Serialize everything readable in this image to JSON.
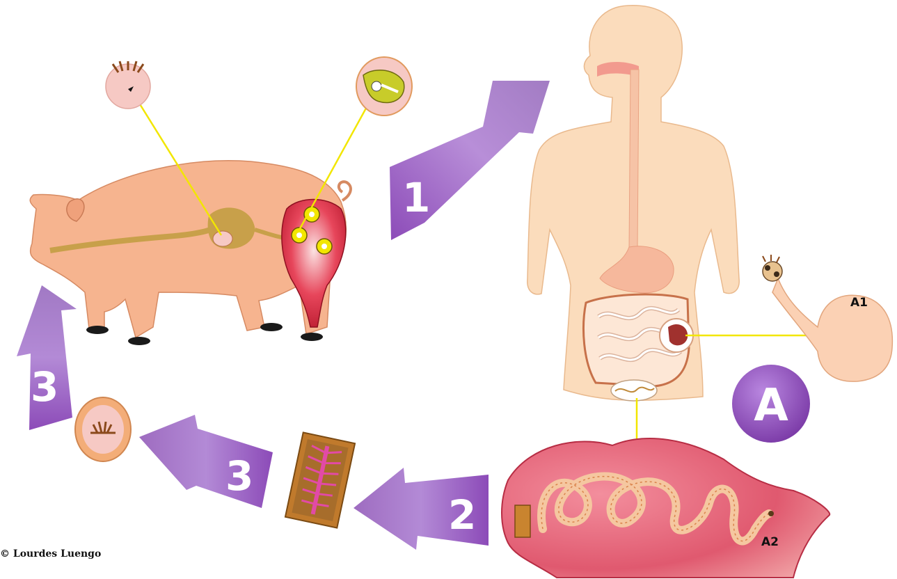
{
  "steps": {
    "step1": "1",
    "step2": "2",
    "step3a": "3",
    "step3b": "3"
  },
  "badge": "A",
  "labels": {
    "a1": "A1",
    "a2": "A2"
  },
  "copyright": "© Lourdes Luengo",
  "colors": {
    "arrow_purple": "#8a4fb0",
    "arrow_light": "#b98ad4",
    "skin": "#fad7b5",
    "pig": "#f6b48f",
    "intestine": "#d9475e",
    "pointer_yellow": "#f2e600",
    "egg_outer": "#f3ad78",
    "egg_inner": "#f6c9c4"
  }
}
